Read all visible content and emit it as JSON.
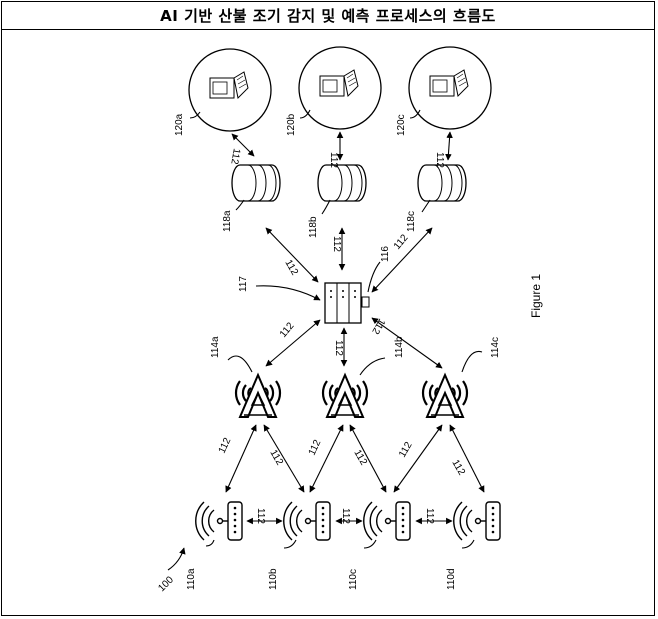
{
  "title": "AI 기반 산불 조기 감지 및 예측 프로세스의 흐름도",
  "figure_label": "Figure 1",
  "labels": {
    "system": "100",
    "terminals": [
      "110a",
      "110b",
      "110c",
      "110d"
    ],
    "towers": [
      "114a",
      "114b",
      "114c"
    ],
    "server": "116",
    "server_link": "117",
    "databases": [
      "118a",
      "118b",
      "118c"
    ],
    "devices": [
      "120a",
      "120b",
      "120c"
    ],
    "link": "112"
  }
}
